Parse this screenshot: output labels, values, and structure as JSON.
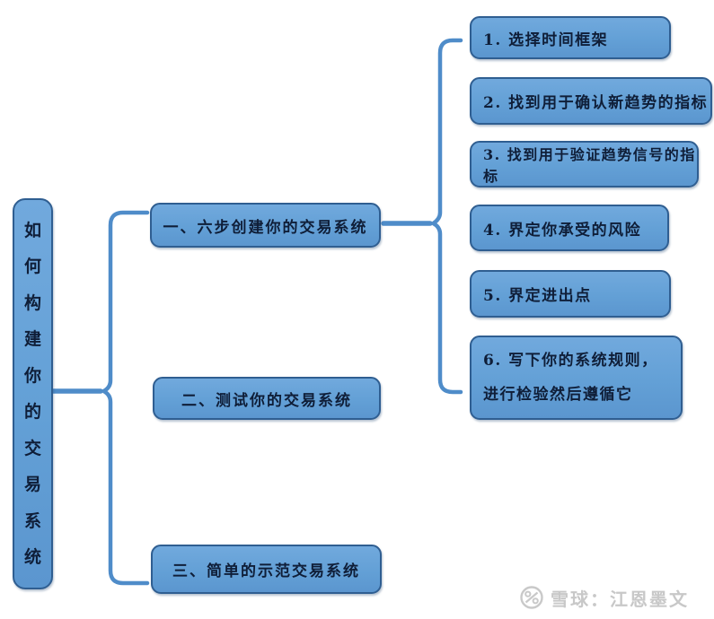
{
  "diagram_title": "如何构建你的交易系统",
  "root": {
    "label": "如何构建你的交易系统"
  },
  "level1": [
    {
      "label": "一、六步创建你的交易系统"
    },
    {
      "label": "二、测试你的交易系统"
    },
    {
      "label": "三、简单的示范交易系统"
    }
  ],
  "level2": [
    {
      "label": "1. 选择时间框架"
    },
    {
      "label": "2. 找到用于确认新趋势的指标"
    },
    {
      "label": "3. 找到用于验证趋势信号的指标"
    },
    {
      "label": "4. 界定你承受的风险"
    },
    {
      "label": "5. 界定进出点"
    },
    {
      "lines": [
        "6. 写下你的系统规则，",
        "进行检验然后遵循它"
      ]
    }
  ],
  "watermark": {
    "text": "雪球：江恩墨文"
  },
  "colors": {
    "node_fill": "#63a0d6",
    "node_border": "#2f5e91",
    "connector": "#4f8cc9",
    "text": "#0f1e38",
    "watermark": "#c8c8c8",
    "background": "#ffffff"
  }
}
